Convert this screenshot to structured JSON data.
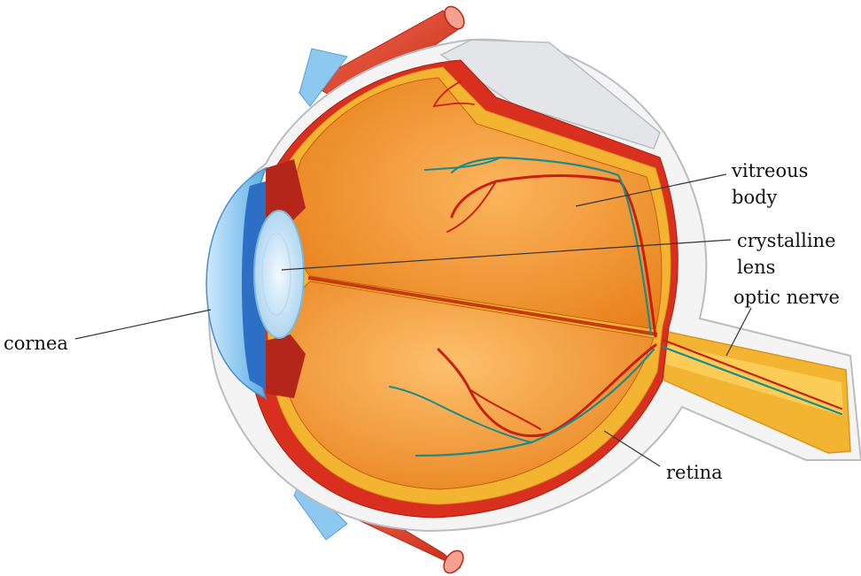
{
  "labels": {
    "vitreous_1": "vitreous",
    "vitreous_2": "body",
    "lens_1": "crystalline",
    "lens_2": "lens",
    "optic": "optic nerve",
    "cornea": "cornea",
    "retina": "retina"
  },
  "colors": {
    "sclera": "#f4f4f4",
    "sclera_edge": "#b9bcc0",
    "choroid": "#d92f1e",
    "retina": "#f2b431",
    "retina_light": "#ffd768",
    "vitreous_light": "#fbb55c",
    "vitreous_dark": "#e67a14",
    "cornea_blue": "#7fc3f0",
    "iris_blue": "#2c6fc4",
    "lens": "#cfe8f7",
    "muscle": "#e0422a",
    "vessel_red": "#c81f10",
    "vessel_teal": "#1c8c88",
    "leader": "#333333"
  }
}
